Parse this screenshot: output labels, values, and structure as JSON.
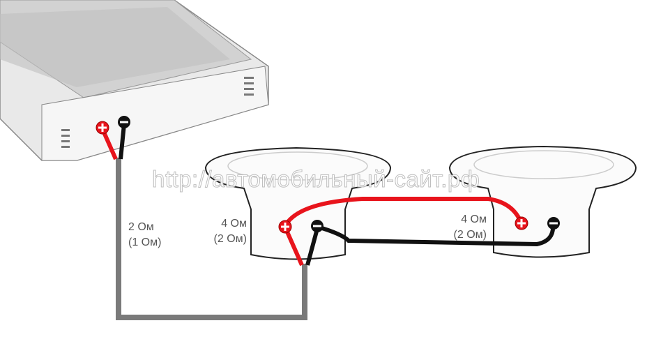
{
  "watermark": "http://автомобильный-сайт.рф",
  "labels": {
    "total_line1": "2 Ом",
    "total_line2": "(1 Ом)",
    "speaker1_line1": "4 Ом",
    "speaker1_line2": "(2 Ом)",
    "speaker2_line1": "4 Ом",
    "speaker2_line2": "(2 Ом)"
  },
  "colors": {
    "positive": "#e8141c",
    "negative": "#111111",
    "trunk": "#7a7a7a"
  }
}
